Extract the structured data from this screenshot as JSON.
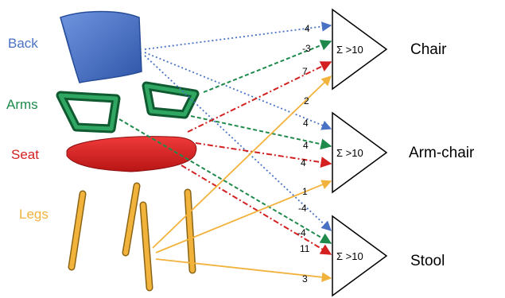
{
  "colors": {
    "back": "#4a72c4",
    "arms": "#1f8a4c",
    "seat": "#d42020",
    "legs": "#f2b33d",
    "unit_stroke": "#000000"
  },
  "parts": {
    "back": "Back",
    "arms": "Arms",
    "seat": "Seat",
    "legs": "Legs"
  },
  "units": {
    "chair": {
      "sum": "Σ >10",
      "label": "Chair"
    },
    "armchair": {
      "sum": "Σ >10",
      "label": "Arm-chair"
    },
    "stool": {
      "sum": "Σ >10",
      "label": "Stool"
    }
  },
  "weights": {
    "back_chair": "4",
    "arms_chair": "-3",
    "seat_chair": "7",
    "legs_chair": "2",
    "back_armchair": "4",
    "arms_armchair": "4",
    "seat_armchair": "4",
    "legs_armchair": "1",
    "back_stool": "-4",
    "arms_stool": "-4",
    "seat_stool": "11",
    "legs_stool": "3"
  }
}
